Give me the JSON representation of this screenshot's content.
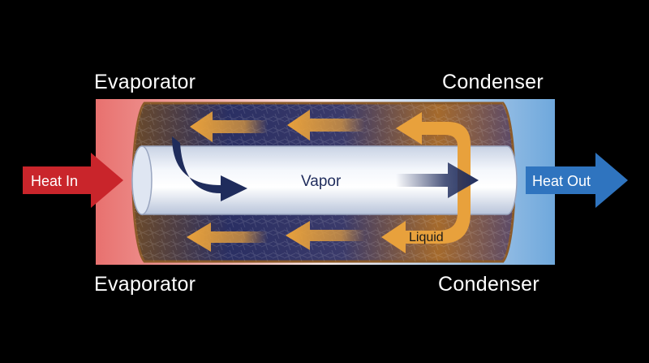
{
  "labels": {
    "evaporator_top": "Evaporator",
    "condenser_top": "Condenser",
    "evaporator_bottom": "Evaporator",
    "condenser_bottom": "Condenser",
    "heat_in": "Heat In",
    "heat_out": "Heat Out",
    "vapor": "Vapor",
    "liquid": "Liquid"
  },
  "colors": {
    "background": "#000000",
    "evaporator_hot": "#e8716f",
    "condenser_cold": "#6fa8dc",
    "heat_in_arrow": "#c9252b",
    "heat_out_arrow": "#2f74bf",
    "vapor_arrow": "#1f2c5c",
    "liquid_arrow": "#e8a13c",
    "wick": "#c98a3a",
    "vapor_core": "#e8eef8"
  }
}
